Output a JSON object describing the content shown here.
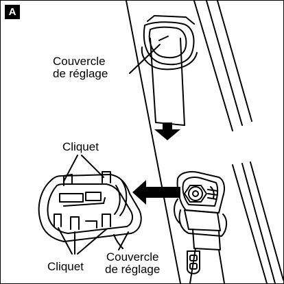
{
  "badge": "A",
  "top_label": {
    "line1": "Couvercle",
    "line2": "de réglage"
  },
  "cliquet_top": "Cliquet",
  "cliquet_bottom": "Cliquet",
  "bottom_label": {
    "line1": "Couvercle",
    "line2": "de réglage"
  },
  "colors": {
    "ink": "#000000",
    "paper": "#ffffff"
  }
}
